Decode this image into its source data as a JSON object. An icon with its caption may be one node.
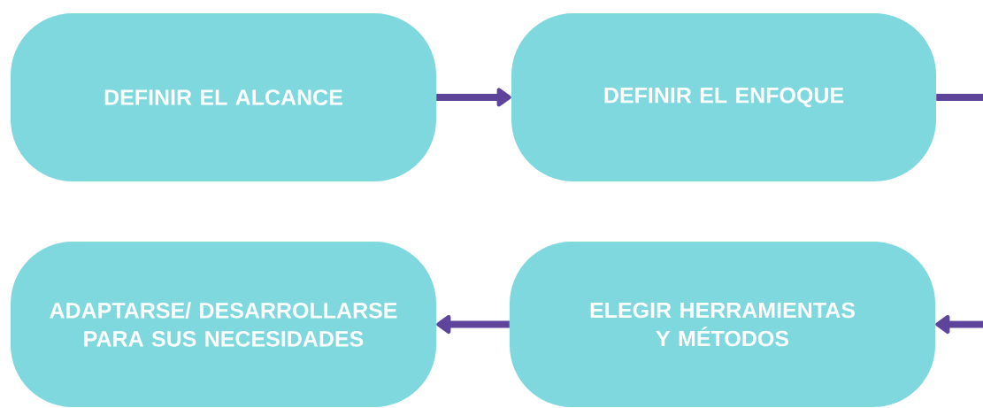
{
  "diagram": {
    "nodes": [
      {
        "text": [
          "DEFINIR EL ALCANCE"
        ]
      },
      {
        "text": [
          "DEFINIR EL ENFOQUE"
        ]
      },
      {
        "text": [
          "ADAPTARSE/ DESARROLLARSE PARA SUS NECESIDADES"
        ]
      },
      {
        "text": [
          "ELEGIR  HERRAMIENTAS Y MÉTODOS"
        ]
      }
    ],
    "edges": [
      {
        "from": 0,
        "to": 1,
        "arrow": "to"
      },
      {
        "from": 1,
        "to": null,
        "arrow": "none"
      },
      {
        "from": null,
        "to": 3,
        "arrow": "to"
      },
      {
        "from": 3,
        "to": 2,
        "arrow": "to"
      }
    ]
  }
}
